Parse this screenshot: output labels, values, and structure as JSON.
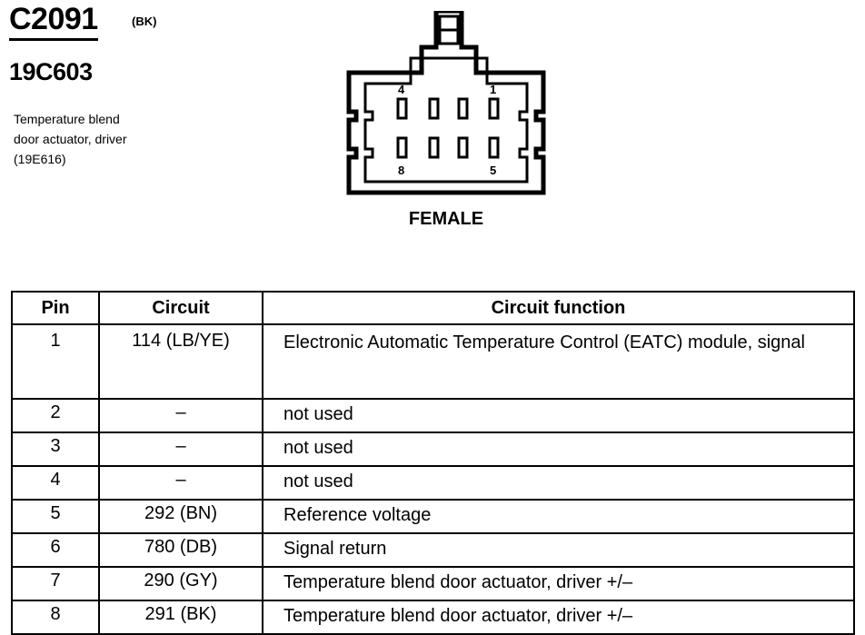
{
  "connector": {
    "id": "C2091",
    "color_code": "(BK)",
    "part_number": "19C603",
    "description_lines": [
      "Temperature blend",
      "door actuator, driver",
      "(19E616)"
    ],
    "gender": "FEMALE",
    "pin_labels": {
      "top_left": "4",
      "top_right": "1",
      "bottom_left": "8",
      "bottom_right": "5"
    }
  },
  "table": {
    "headers": [
      "Pin",
      "Circuit",
      "Circuit function"
    ],
    "rows": [
      {
        "pin": "1",
        "circuit": "114 (LB/YE)",
        "function": "Electronic Automatic Temperature Control (EATC) module, signal"
      },
      {
        "pin": "2",
        "circuit": "–",
        "function": "not used"
      },
      {
        "pin": "3",
        "circuit": "–",
        "function": "not used"
      },
      {
        "pin": "4",
        "circuit": "–",
        "function": "not used"
      },
      {
        "pin": "5",
        "circuit": "292 (BN)",
        "function": "Reference voltage"
      },
      {
        "pin": "6",
        "circuit": "780 (DB)",
        "function": "Signal return"
      },
      {
        "pin": "7",
        "circuit": "290 (GY)",
        "function": "Temperature blend door actuator, driver  +/–"
      },
      {
        "pin": "8",
        "circuit": "291 (BK)",
        "function": "Temperature blend door actuator, driver  +/–"
      }
    ]
  }
}
